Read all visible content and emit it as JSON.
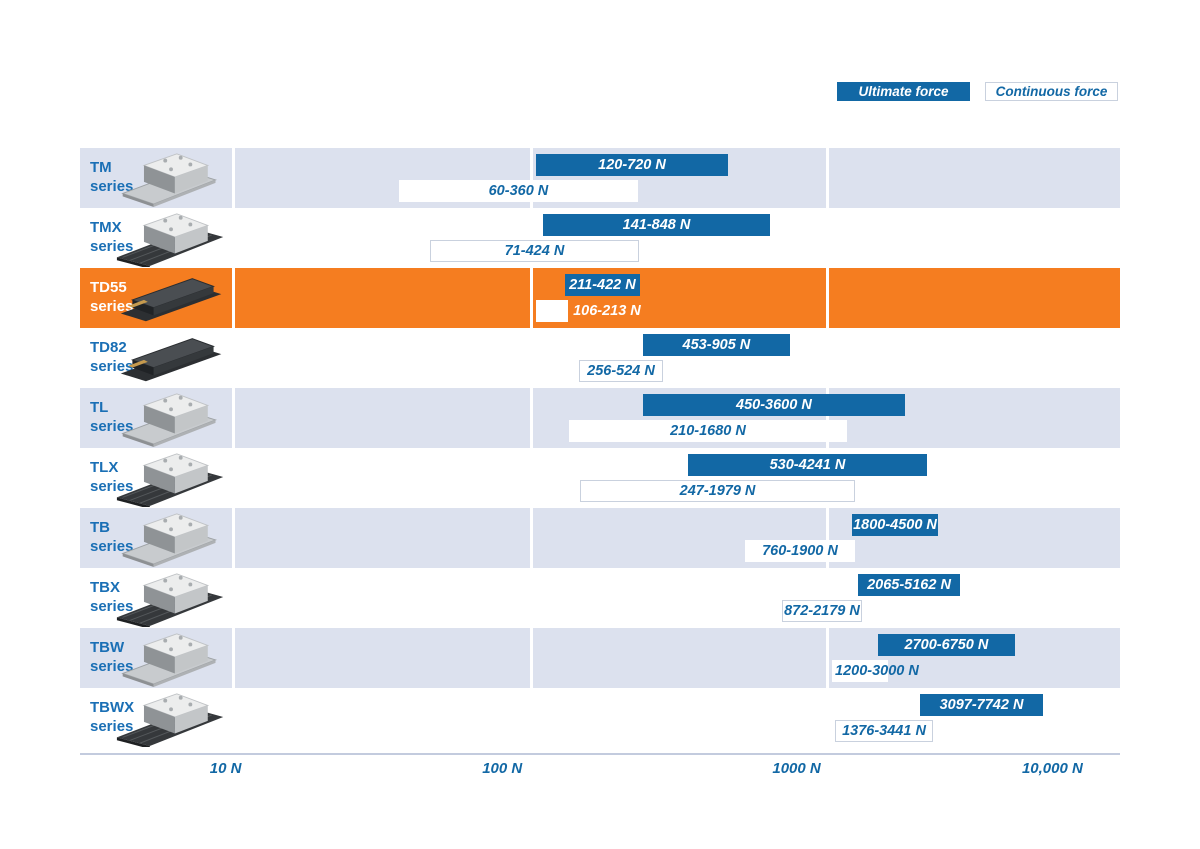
{
  "legend": {
    "items": [
      {
        "label": "Ultimate force",
        "style": "filled"
      },
      {
        "label": "Continuous force",
        "style": "outline"
      }
    ]
  },
  "axis": {
    "ticks": [
      {
        "label": "10 N",
        "value": 10,
        "pos_pct": 14.0
      },
      {
        "label": "100 N",
        "value": 100,
        "pos_pct": 40.6
      },
      {
        "label": "1000 N",
        "value": 1000,
        "pos_pct": 68.9
      },
      {
        "label": "10,000 N",
        "value": 10000,
        "pos_pct": 93.5
      }
    ]
  },
  "chart_data": {
    "type": "bar",
    "subtype": "horizontal-range-bars",
    "title": "",
    "x_axis": {
      "scale": "log",
      "unit": "N",
      "range": [
        10,
        10000
      ],
      "tick_values": [
        10,
        100,
        1000,
        10000
      ],
      "tick_labels": [
        "10 N",
        "100 N",
        "1000 N",
        "10,000 N"
      ],
      "gridline_pcts": [
        14.62,
        43.27,
        71.73
      ]
    },
    "legend_entries": [
      "Ultimate force",
      "Continuous force"
    ],
    "rows": [
      {
        "name": "TM",
        "suffix": "series",
        "band": "light",
        "highlight": false,
        "image": "stage-flat-icon",
        "ultimate": {
          "label": "120-720 N",
          "min": 120,
          "max": 720,
          "left_pct": 43.85,
          "width_pct": 18.46
        },
        "continuous": {
          "label": "60-360 N",
          "min": 60,
          "max": 360,
          "left_pct": 30.67,
          "width_pct": 22.98
        }
      },
      {
        "name": "TMX",
        "suffix": "series",
        "band": "white",
        "highlight": false,
        "image": "stage-rail-icon",
        "ultimate": {
          "label": "141-848 N",
          "min": 141,
          "max": 848,
          "left_pct": 44.52,
          "width_pct": 21.83
        },
        "continuous": {
          "label": "71-424 N",
          "min": 71,
          "max": 424,
          "left_pct": 33.65,
          "width_pct": 20.1
        }
      },
      {
        "name": "TD55",
        "suffix": "series",
        "band": "orange",
        "highlight": true,
        "image": "stage-low-icon",
        "ultimate": {
          "label": "211-422 N",
          "min": 211,
          "max": 422,
          "left_pct": 46.63,
          "width_pct": 7.21
        },
        "continuous": {
          "label": "106-213 N",
          "min": 106,
          "max": 213,
          "left_pct": 43.85,
          "width_pct": 3.08,
          "label_outside": true
        }
      },
      {
        "name": "TD82",
        "suffix": "series",
        "band": "white",
        "highlight": false,
        "image": "stage-low-icon",
        "ultimate": {
          "label": "453-905 N",
          "min": 453,
          "max": 905,
          "left_pct": 54.13,
          "width_pct": 14.13
        },
        "continuous": {
          "label": "256-524 N",
          "min": 256,
          "max": 524,
          "left_pct": 47.98,
          "width_pct": 8.08
        }
      },
      {
        "name": "TL",
        "suffix": "series",
        "band": "light",
        "highlight": false,
        "image": "stage-flat-icon",
        "ultimate": {
          "label": "450-3600 N",
          "min": 450,
          "max": 3600,
          "left_pct": 54.13,
          "width_pct": 25.19
        },
        "continuous": {
          "label": "210-1680 N",
          "min": 210,
          "max": 1680,
          "left_pct": 47.02,
          "width_pct": 26.73
        }
      },
      {
        "name": "TLX",
        "suffix": "series",
        "band": "white",
        "highlight": false,
        "image": "stage-rail-icon",
        "ultimate": {
          "label": "530-4241 N",
          "min": 530,
          "max": 4241,
          "left_pct": 58.46,
          "width_pct": 22.98
        },
        "continuous": {
          "label": "247-1979 N",
          "min": 247,
          "max": 1979,
          "left_pct": 48.08,
          "width_pct": 26.44
        }
      },
      {
        "name": "TB",
        "suffix": "series",
        "band": "light",
        "highlight": false,
        "image": "stage-flat-icon",
        "ultimate": {
          "label": "1800-4500 N",
          "min": 1800,
          "max": 4500,
          "left_pct": 74.23,
          "width_pct": 8.27
        },
        "continuous": {
          "label": "760-1900 N",
          "min": 760,
          "max": 1900,
          "left_pct": 63.94,
          "width_pct": 10.58
        }
      },
      {
        "name": "TBX",
        "suffix": "series",
        "band": "white",
        "highlight": false,
        "image": "stage-rail-icon",
        "ultimate": {
          "label": "2065-5162 N",
          "min": 2065,
          "max": 5162,
          "left_pct": 74.81,
          "width_pct": 9.81
        },
        "continuous": {
          "label": "872-2179 N",
          "min": 872,
          "max": 2179,
          "left_pct": 67.5,
          "width_pct": 7.69
        }
      },
      {
        "name": "TBW",
        "suffix": "series",
        "band": "light",
        "highlight": false,
        "image": "stage-flat-icon",
        "ultimate": {
          "label": "2700-6750 N",
          "min": 2700,
          "max": 6750,
          "left_pct": 76.73,
          "width_pct": 13.17
        },
        "continuous": {
          "label": "1200-3000 N",
          "min": 1200,
          "max": 3000,
          "left_pct": 72.31,
          "width_pct": 5.38,
          "label_overflow": "left"
        }
      },
      {
        "name": "TBWX",
        "suffix": "series",
        "band": "white",
        "highlight": false,
        "image": "stage-rail-icon",
        "ultimate": {
          "label": "3097-7742 N",
          "min": 3097,
          "max": 7742,
          "left_pct": 80.77,
          "width_pct": 11.83
        },
        "continuous": {
          "label": "1376-3441 N",
          "min": 1376,
          "max": 3441,
          "left_pct": 72.6,
          "width_pct": 9.42
        }
      }
    ]
  },
  "colors": {
    "bar_blue": "#1268a5",
    "highlight_orange": "#f57d20",
    "band_light": "#dce1ee",
    "series_text_blue": "#1a6fb5",
    "bar_border": "#c9d1de",
    "axis_line": "#c3cbde"
  }
}
